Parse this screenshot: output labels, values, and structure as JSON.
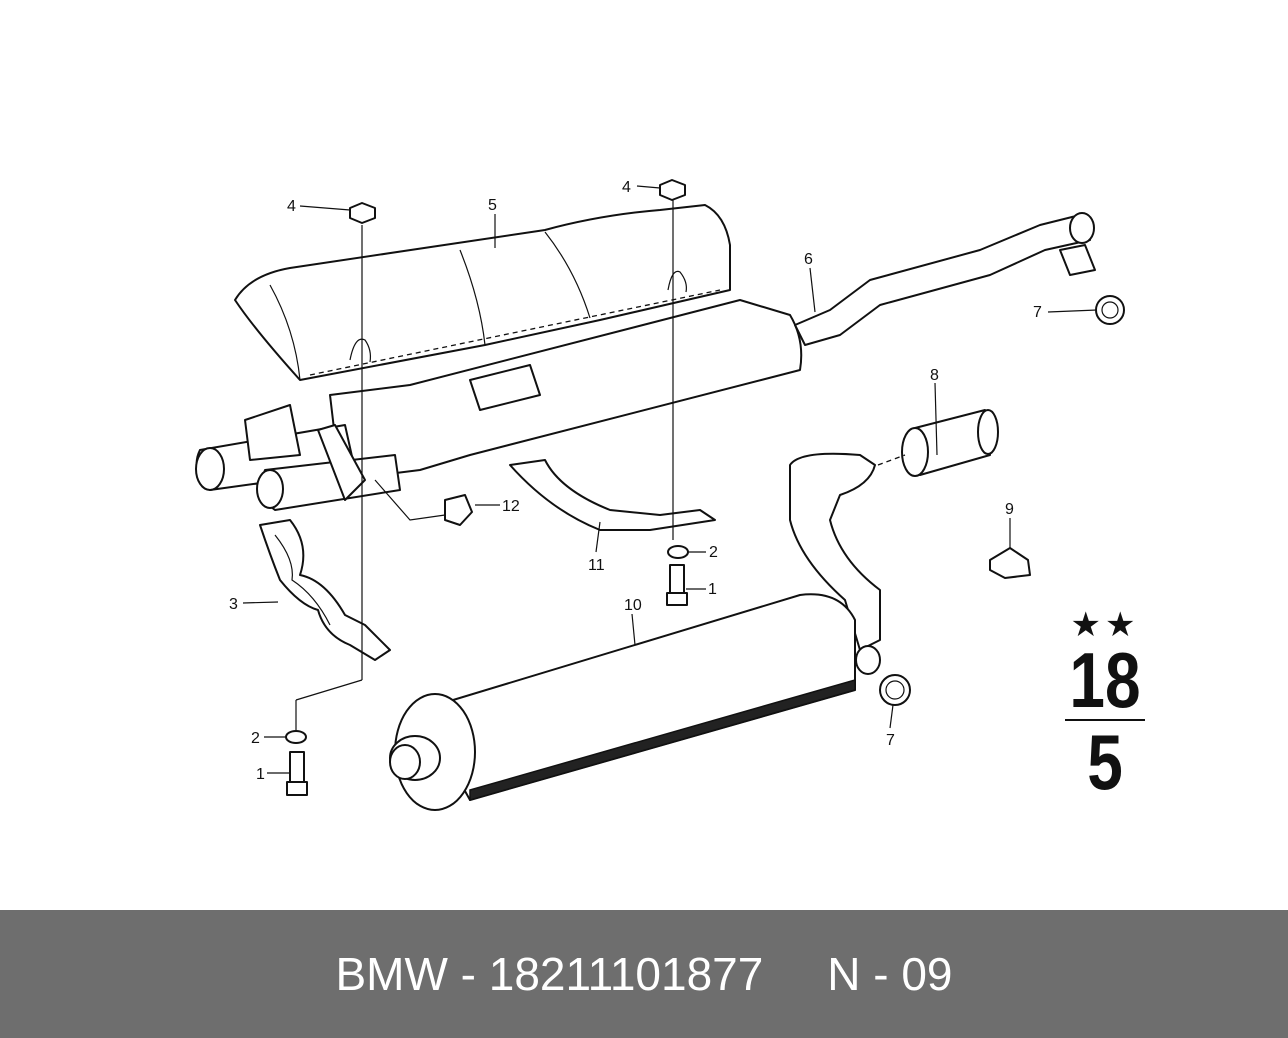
{
  "callouts": {
    "c1a": "1",
    "c1b": "1",
    "c2a": "2",
    "c2b": "2",
    "c3": "3",
    "c4a": "4",
    "c4b": "4",
    "c5": "5",
    "c6": "6",
    "c7a": "7",
    "c7b": "7",
    "c8": "8",
    "c9": "9",
    "c10": "10",
    "c11": "11",
    "c12": "12"
  },
  "reference": {
    "stars": "★★",
    "top": "18",
    "bottom": "5"
  },
  "footer": {
    "text": "BMW - 18211101877     N - 09"
  }
}
